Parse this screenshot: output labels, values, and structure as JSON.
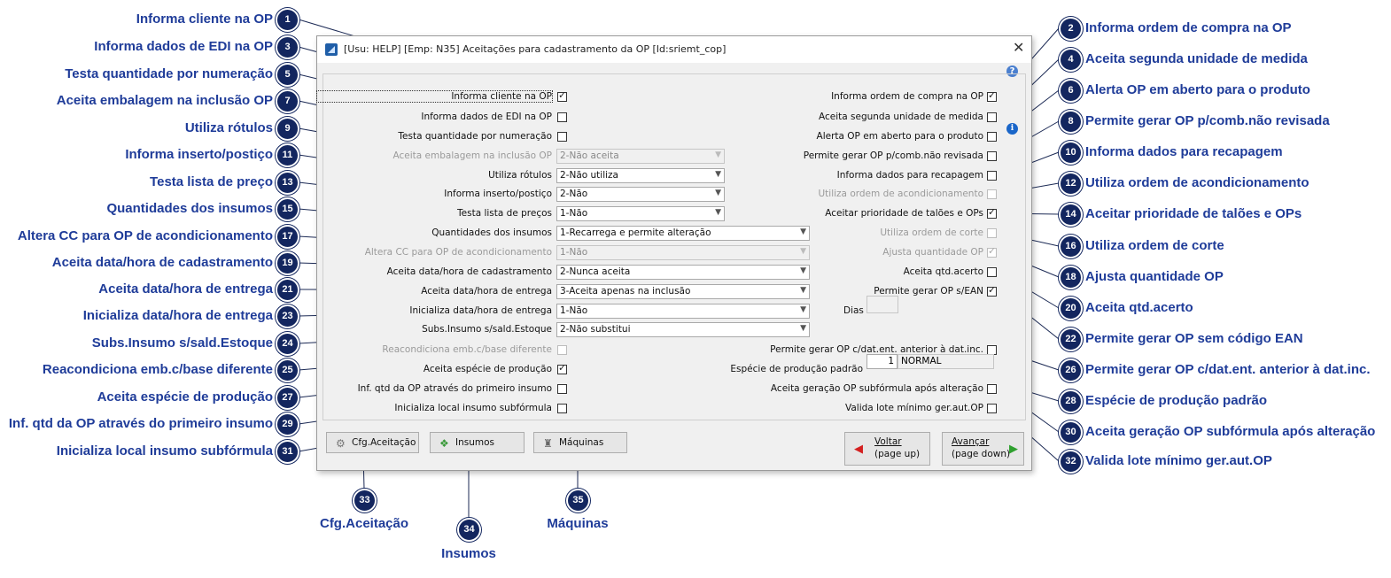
{
  "window": {
    "title": "[Usu: HELP] [Emp: N35] Aceitações para cadastramento da OP [Id:sriemt_cop]",
    "close_label": "✕",
    "help_label": "?"
  },
  "left_fields": [
    {
      "label": "Informa cliente na OP",
      "kind": "check",
      "checked": true
    },
    {
      "label": "Informa dados de EDI na OP",
      "kind": "check",
      "checked": false
    },
    {
      "label": "Testa quantidade por numeração",
      "kind": "check",
      "checked": false
    },
    {
      "label": "Aceita embalagem na inclusão OP",
      "kind": "select",
      "value": "2-Não aceita",
      "disabled": true
    },
    {
      "label": "Utiliza rótulos",
      "kind": "select",
      "value": "2-Não utiliza"
    },
    {
      "label": "Informa inserto/postiço",
      "kind": "select",
      "value": "2-Não"
    },
    {
      "label": "Testa lista de preços",
      "kind": "select",
      "value": "1-Não"
    },
    {
      "label": "Quantidades dos insumos",
      "kind": "select",
      "value": "1-Recarrega e permite alteração"
    },
    {
      "label": "Altera CC para OP de acondicionamento",
      "kind": "select",
      "value": "1-Não",
      "disabled": true
    },
    {
      "label": "Aceita data/hora de cadastramento",
      "kind": "select",
      "value": "2-Nunca aceita"
    },
    {
      "label": "Aceita data/hora de entrega",
      "kind": "select",
      "value": "3-Aceita apenas na inclusão"
    },
    {
      "label": "Inicializa data/hora de entrega",
      "kind": "select",
      "value": "1-Não"
    },
    {
      "label": "Subs.Insumo s/sald.Estoque",
      "kind": "select",
      "value": "2-Não substitui"
    },
    {
      "label": "Reacondiciona emb.c/base diferente",
      "kind": "check",
      "checked": false,
      "disabled": true
    },
    {
      "label": "Aceita espécie de produção",
      "kind": "check",
      "checked": true
    },
    {
      "label": "Inf. qtd da OP através do primeiro insumo",
      "kind": "check",
      "checked": false
    },
    {
      "label": "Inicializa local insumo subfórmula",
      "kind": "check",
      "checked": false
    }
  ],
  "right_fields": [
    {
      "label": "Informa ordem de compra na OP",
      "checked": true
    },
    {
      "label": "Aceita segunda unidade de medida",
      "checked": false
    },
    {
      "label": "Alerta OP em aberto para o produto",
      "checked": false
    },
    {
      "label": "Permite gerar OP p/comb.não revisada",
      "checked": false
    },
    {
      "label": "Informa dados para recapagem",
      "checked": false
    },
    {
      "label": "Utiliza ordem de acondicionamento",
      "checked": false,
      "disabled": true
    },
    {
      "label": "Aceitar prioridade de talões e OPs",
      "checked": true
    },
    {
      "label": "Utiliza ordem de corte",
      "checked": false,
      "disabled": true
    },
    {
      "label": "Ajusta quantidade OP",
      "checked": true,
      "disabled": true
    },
    {
      "label": "Aceita qtd.acerto",
      "checked": false
    },
    {
      "label": "Permite gerar OP s/EAN",
      "checked": true
    }
  ],
  "dias": {
    "label": "Dias",
    "value": ""
  },
  "right_lower": {
    "dat_inc": {
      "label": "Permite gerar OP c/dat.ent. anterior à dat.inc.",
      "checked": false
    },
    "especie": {
      "label": "Espécie de produção padrão",
      "code": "1",
      "desc": "NORMAL"
    },
    "subformula": {
      "label": "Aceita geração OP subfórmula após alteração",
      "checked": false
    },
    "lote": {
      "label": "Valida lote mínimo ger.aut.OP",
      "checked": false
    }
  },
  "buttons": {
    "cfg": "Cfg.Aceitação",
    "insumos": "Insumos",
    "maquinas": "Máquinas",
    "voltar_1": "Voltar",
    "voltar_2": "(page up)",
    "avancar_1": "Avançar",
    "avancar_2": "(page down)"
  },
  "callouts_left": [
    {
      "n": "1",
      "text": "Informa cliente na OP"
    },
    {
      "n": "3",
      "text": "Informa dados de EDI na OP"
    },
    {
      "n": "5",
      "text": "Testa quantidade por numeração"
    },
    {
      "n": "7",
      "text": "Aceita embalagem na inclusão OP"
    },
    {
      "n": "9",
      "text": "Utiliza rótulos"
    },
    {
      "n": "11",
      "text": "Informa inserto/postiço"
    },
    {
      "n": "13",
      "text": "Testa lista de preço"
    },
    {
      "n": "15",
      "text": "Quantidades dos insumos"
    },
    {
      "n": "17",
      "text": "Altera CC para OP de acondicionamento"
    },
    {
      "n": "19",
      "text": "Aceita data/hora de cadastramento"
    },
    {
      "n": "21",
      "text": "Aceita data/hora de entrega"
    },
    {
      "n": "23",
      "text": "Inicializa data/hora de entrega"
    },
    {
      "n": "24",
      "text": "Subs.Insumo s/sald.Estoque"
    },
    {
      "n": "25",
      "text": "Reacondiciona emb.c/base diferente"
    },
    {
      "n": "27",
      "text": "Aceita espécie de produção"
    },
    {
      "n": "29",
      "text": "Inf. qtd da OP através do primeiro insumo"
    },
    {
      "n": "31",
      "text": "Inicializa local insumo subfórmula"
    }
  ],
  "callouts_right": [
    {
      "n": "2",
      "text": "Informa ordem de compra na OP"
    },
    {
      "n": "4",
      "text": "Aceita segunda unidade de medida"
    },
    {
      "n": "6",
      "text": "Alerta OP em aberto para o produto"
    },
    {
      "n": "8",
      "text": "Permite gerar OP p/comb.não revisada"
    },
    {
      "n": "10",
      "text": "Informa dados para recapagem"
    },
    {
      "n": "12",
      "text": "Utiliza ordem de acondicionamento"
    },
    {
      "n": "14",
      "text": "Aceitar prioridade de talões e OPs"
    },
    {
      "n": "16",
      "text": "Utiliza ordem de corte"
    },
    {
      "n": "18",
      "text": "Ajusta quantidade OP"
    },
    {
      "n": "20",
      "text": "Aceita qtd.acerto"
    },
    {
      "n": "22",
      "text": "Permite gerar OP sem código EAN"
    },
    {
      "n": "26",
      "text": "Permite gerar OP c/dat.ent. anterior à dat.inc."
    },
    {
      "n": "28",
      "text": "Espécie de produção padrão"
    },
    {
      "n": "30",
      "text": "Aceita geração OP subfórmula após alteração"
    },
    {
      "n": "32",
      "text": "Valida lote mínimo ger.aut.OP"
    }
  ],
  "callouts_bottom": [
    {
      "n": "33",
      "text": "Cfg.Aceitação"
    },
    {
      "n": "34",
      "text": "Insumos"
    },
    {
      "n": "35",
      "text": "Máquinas"
    }
  ]
}
